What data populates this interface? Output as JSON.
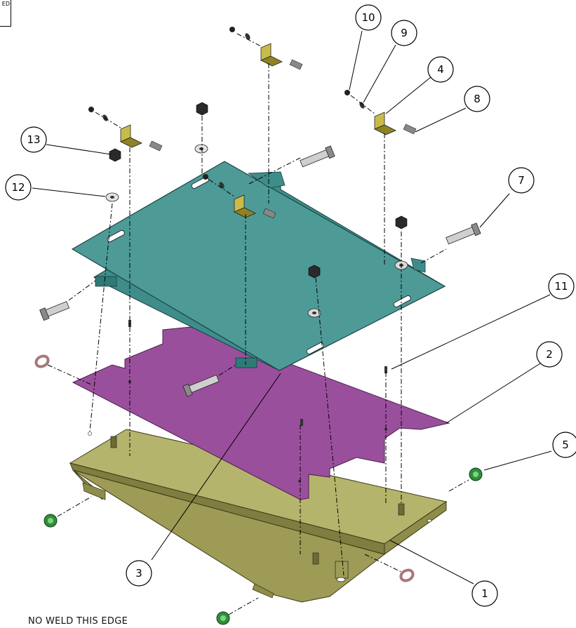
{
  "stamp_text": "ED",
  "note_text": "NO WELD THIS EDGE",
  "colors": {
    "base_plate": "#a3a25c",
    "base_plate_dark": "#6f6d36",
    "insulator": "#9a4f9c",
    "insulator_edge": "#5d2a60",
    "mount_plate": "#4d9a97",
    "mount_plate_edge": "#2a5f5c",
    "bracket": "#b6a83a",
    "grommet": "#2e8f3a",
    "lifting_eye": "#c8a0a0",
    "hardware": "#555555"
  },
  "balloons": [
    {
      "label": "10"
    },
    {
      "label": "9"
    },
    {
      "label": "4"
    },
    {
      "label": "8"
    },
    {
      "label": "13"
    },
    {
      "label": "12"
    },
    {
      "label": "7"
    },
    {
      "label": "11"
    },
    {
      "label": "2"
    },
    {
      "label": "5"
    },
    {
      "label": "3"
    },
    {
      "label": "1"
    }
  ]
}
